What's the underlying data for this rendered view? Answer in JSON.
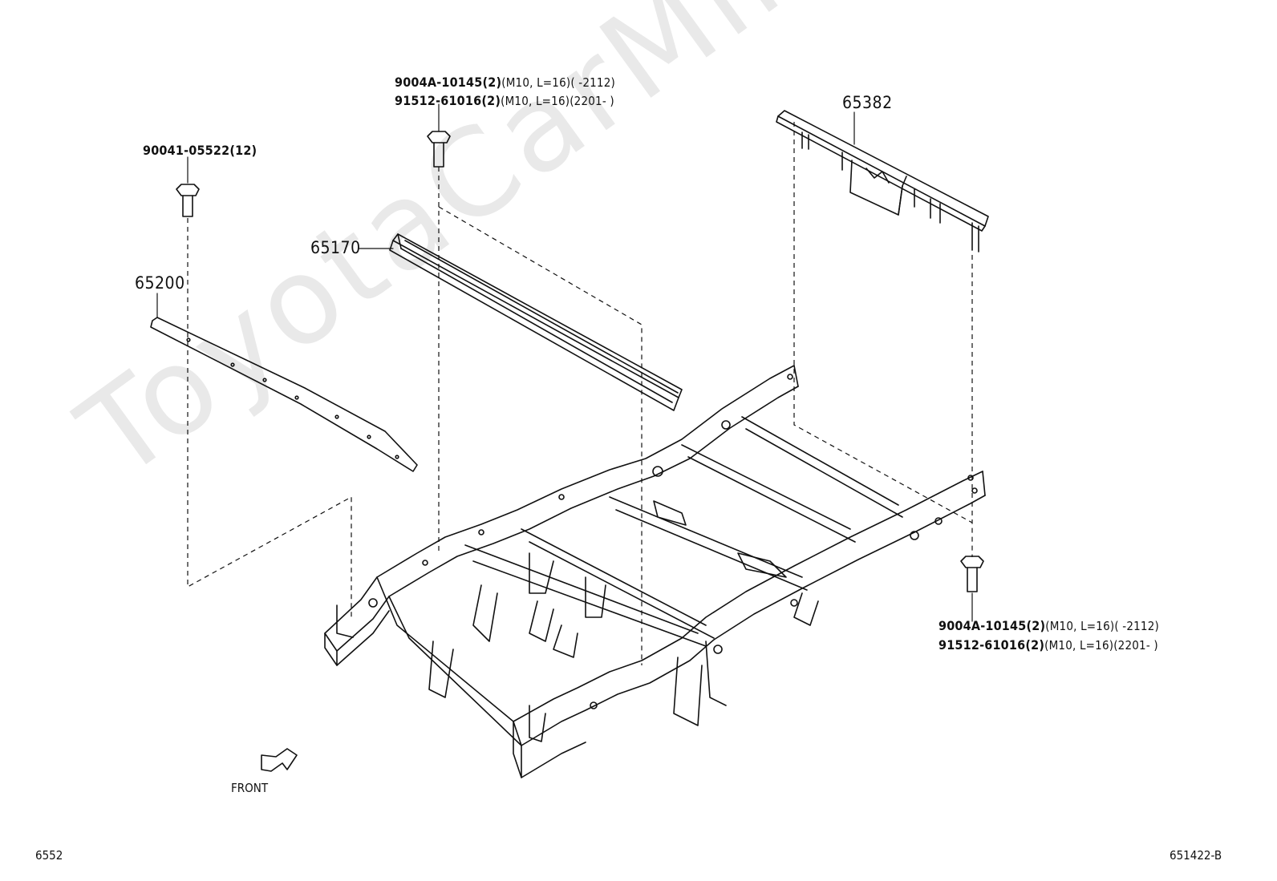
{
  "watermark": "ToyotaCarMine.ru",
  "parts": {
    "bolt_left": {
      "number": "90041-05522",
      "qty": "(12)"
    },
    "plate_left": {
      "number": "65200"
    },
    "channel": {
      "number": "65170"
    },
    "crossmember": {
      "number": "65382"
    },
    "bolt_top": {
      "line1_number": "9004A-10145(2)",
      "line1_spec": "(M10, L=16)(        -2112)",
      "line2_number": "91512-61016(2)",
      "line2_spec": "(M10, L=16)(2201-        )"
    },
    "bolt_right": {
      "line1_number": "9004A-10145(2)",
      "line1_spec": "(M10, L=16)(        -2112)",
      "line2_number": "91512-61016(2)",
      "line2_spec": "(M10, L=16)(2201-        )"
    }
  },
  "front_label": "FRONT",
  "footer": {
    "left_code": "6552",
    "right_code": "651422-B"
  }
}
